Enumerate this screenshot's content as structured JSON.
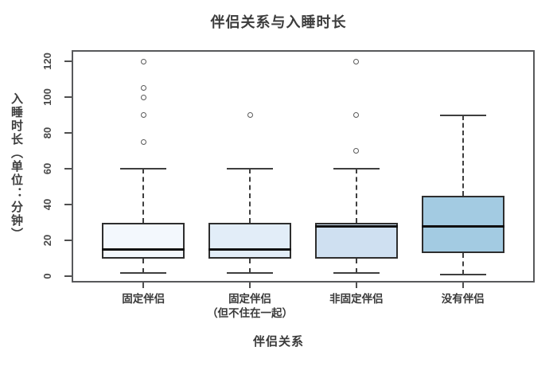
{
  "title": "伴侣关系与入睡时长",
  "chart_data": {
    "type": "boxplot",
    "title": "伴侣关系与入睡时长",
    "xlabel": "伴侣关系",
    "ylabel": "入睡时长（单位：分钟）",
    "ylabel_lines": {
      "0": "入睡时长",
      "1": "（单位：分钟）"
    },
    "ylim": [
      0,
      120
    ],
    "yticks": [
      0,
      20,
      40,
      60,
      80,
      100,
      120
    ],
    "grid": false,
    "legend": "none",
    "categories": [
      "固定伴侣",
      "固定伴侣（但不住在一起）",
      "非固定伴侣",
      "没有伴侣"
    ],
    "category_label_lines": [
      [
        "固定伴侣"
      ],
      [
        "固定伴侣",
        "（但不住在一起）"
      ],
      [
        "非固定伴侣"
      ],
      [
        "没有伴侣"
      ]
    ],
    "series": [
      {
        "name": "固定伴侣",
        "whisker_low": 2,
        "q1": 10,
        "median": 15,
        "q3": 30,
        "whisker_high": 60,
        "outliers": [
          75,
          90,
          100,
          105,
          120
        ],
        "fill": "#f3f8fd"
      },
      {
        "name": "固定伴侣（但不住在一起）",
        "whisker_low": 2,
        "q1": 10,
        "median": 15,
        "q3": 30,
        "whisker_high": 60,
        "outliers": [
          90
        ],
        "fill": "#e2edf8"
      },
      {
        "name": "非固定伴侣",
        "whisker_low": 2,
        "q1": 10,
        "median": 28,
        "q3": 30,
        "whisker_high": 60,
        "outliers": [
          70,
          90,
          120
        ],
        "fill": "#cfe0f1"
      },
      {
        "name": "没有伴侣",
        "whisker_low": 1,
        "q1": 13,
        "median": 28,
        "q3": 45,
        "whisker_high": 90,
        "outliers": [],
        "fill": "#a3cbe2"
      }
    ],
    "colors": {
      "box_border": "#2e2e2e",
      "median": "#101010",
      "whisker": "#3f3f3f",
      "axis_frame": "#58595b",
      "tick_text": "#4a4a4a",
      "title_text": "#3c3c3c"
    }
  }
}
